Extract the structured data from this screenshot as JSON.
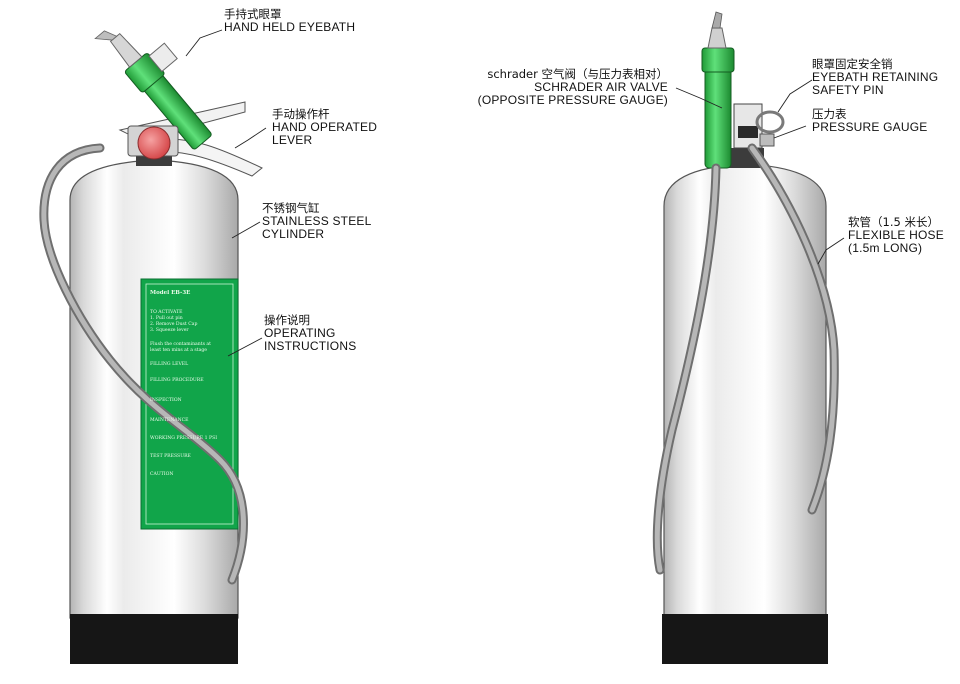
{
  "labels": {
    "hand_held_eyebath": {
      "cn": "手持式眼罩",
      "en": "HAND HELD EYEBATH"
    },
    "hand_operated_lever": {
      "cn": "手动操作杆",
      "en_lines": [
        "HAND OPERATED",
        "LEVER"
      ]
    },
    "stainless_steel_cylinder": {
      "cn": "不锈钢气缸",
      "en_lines": [
        "STAINLESS STEEL",
        "CYLINDER"
      ]
    },
    "operating_instructions": {
      "cn": "操作说明",
      "en_lines": [
        "OPERATING",
        "INSTRUCTIONS"
      ]
    },
    "schrader_air_valve": {
      "cn": "schrader 空气阀（与压力表相对）",
      "en_lines": [
        "SCHRADER AIR VALVE",
        "(OPPOSITE PRESSURE GAUGE)"
      ]
    },
    "eyebath_retaining_safety_pin": {
      "cn": "眼罩固定安全销",
      "en_lines": [
        "EYEBATH RETAINING",
        "SAFETY PIN"
      ]
    },
    "pressure_gauge": {
      "cn": "压力表",
      "en": "PRESSURE GAUGE"
    },
    "flexible_hose": {
      "cn": "软管（1.5 米长）",
      "en_lines": [
        "FLEXIBLE HOSE",
        "(1.5m LONG)"
      ]
    }
  },
  "instruction_plate": {
    "lines": [
      "Model EB-3E",
      "TO ACTIVATE",
      "1. Pull out pin",
      "2. Remove Dust Cap",
      "3. Squeeze lever",
      "Flush the contaminants at",
      "least ten mins at a stage",
      "FILLING LEVEL",
      "FILLING PROCEDURE",
      "INSPECTION",
      "MAINTENANCE",
      "WORKING PRESSURE 1 PSI",
      "TEST PRESSURE",
      "CAUTION"
    ]
  },
  "colors": {
    "eyebath_green": "#3cc654",
    "plate_green": "#11a54a",
    "gauge_red": "#e8686a",
    "base_black": "#161616",
    "hose_gray": "#8e8e8e",
    "cylinder_silver": "#e4e4e4"
  }
}
